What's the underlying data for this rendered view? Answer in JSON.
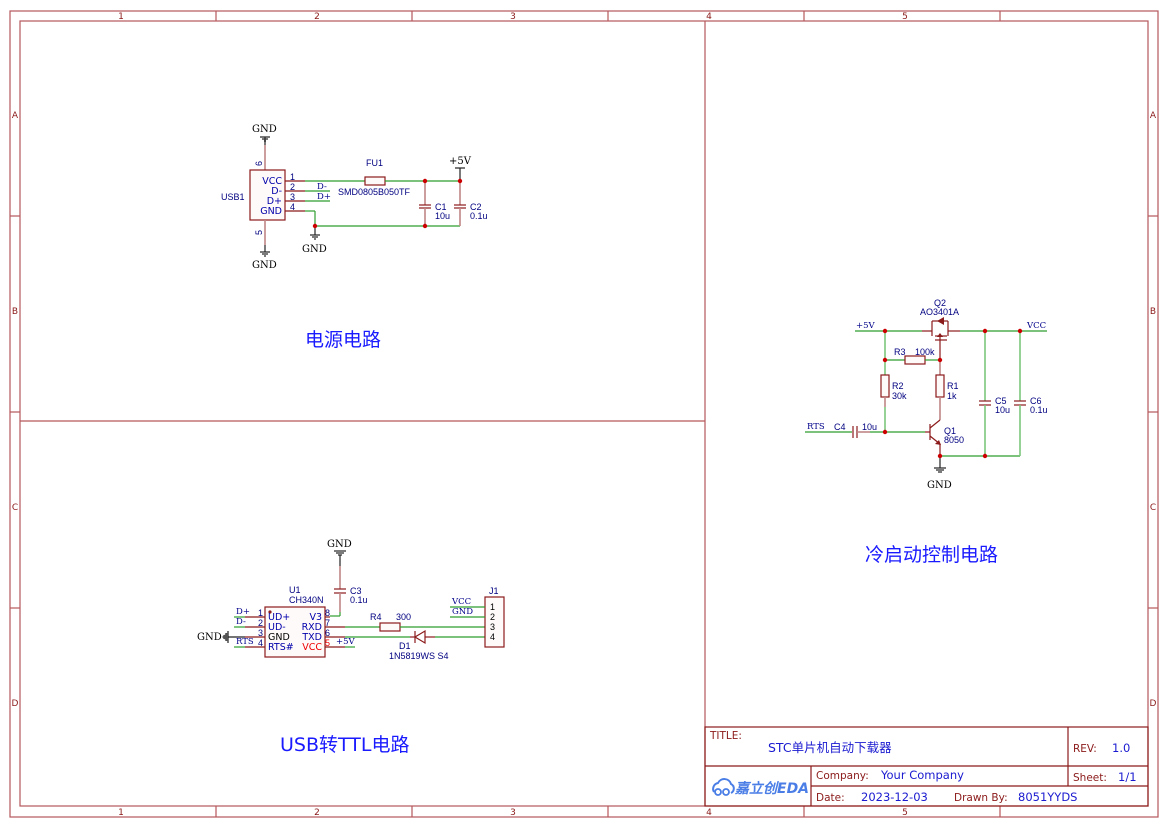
{
  "sheet": {
    "columns": [
      "1",
      "2",
      "3",
      "4",
      "5"
    ],
    "rows": [
      "A",
      "B",
      "C",
      "D"
    ]
  },
  "sections": {
    "power": "电源电路",
    "usb_ttl": "USB转TTL电路",
    "cold_start": "冷启动控制电路"
  },
  "power_circuit": {
    "usb": {
      "designator": "USB1",
      "pins": [
        {
          "num": "1",
          "name": "VCC"
        },
        {
          "num": "2",
          "name": "D-"
        },
        {
          "num": "3",
          "name": "D+"
        },
        {
          "num": "4",
          "name": "GND"
        }
      ],
      "shield_pins": [
        "6",
        "5"
      ]
    },
    "nets": {
      "dminus": "D-",
      "dplus": "D+"
    },
    "fuse": {
      "designator": "FU1",
      "value": "SMD0805B050TF"
    },
    "c1": {
      "designator": "C1",
      "value": "10u"
    },
    "c2": {
      "designator": "C2",
      "value": "0.1u"
    },
    "power_label": "+5V",
    "gnd_label": "GND"
  },
  "cold_start_circuit": {
    "q2": {
      "designator": "Q2",
      "value": "AO3401A"
    },
    "q1": {
      "designator": "Q1",
      "value": "8050"
    },
    "r1": {
      "designator": "R1",
      "value": "1k"
    },
    "r2": {
      "designator": "R2",
      "value": "30k"
    },
    "r3": {
      "designator": "R3",
      "value": "100k"
    },
    "c4": {
      "designator": "C4",
      "value": "10u"
    },
    "c5": {
      "designator": "C5",
      "value": "10u"
    },
    "c6": {
      "designator": "C6",
      "value": "0.1u"
    },
    "nets": {
      "in": "+5V",
      "out": "VCC",
      "rts": "RTS"
    },
    "gnd_label": "GND"
  },
  "usb_ttl_circuit": {
    "u1": {
      "designator": "U1",
      "value": "CH340N",
      "left_pins": [
        {
          "num": "1",
          "name": "UD+",
          "net": "D+"
        },
        {
          "num": "2",
          "name": "UD-",
          "net": "D-"
        },
        {
          "num": "3",
          "name": "GND",
          "net": "GND"
        },
        {
          "num": "4",
          "name": "RTS#",
          "net": "RTS"
        }
      ],
      "right_pins": [
        {
          "num": "8",
          "name": "V3"
        },
        {
          "num": "7",
          "name": "RXD"
        },
        {
          "num": "6",
          "name": "TXD"
        },
        {
          "num": "5",
          "name": "VCC",
          "net": "+5V"
        }
      ]
    },
    "c3": {
      "designator": "C3",
      "value": "0.1u"
    },
    "r4": {
      "designator": "R4",
      "value": "300"
    },
    "d1": {
      "designator": "D1",
      "value": "1N5819WS S4"
    },
    "j1": {
      "designator": "J1",
      "pins": [
        {
          "num": "1",
          "net": "VCC"
        },
        {
          "num": "2",
          "net": "GND"
        },
        {
          "num": "3",
          "net": ""
        },
        {
          "num": "4",
          "net": ""
        }
      ]
    },
    "gnd_label": "GND"
  },
  "title_block": {
    "title_label": "TITLE:",
    "title": "STC单片机自动下载器",
    "rev_label": "REV:",
    "rev": "1.0",
    "company_label": "Company:",
    "company": "Your Company",
    "sheet_label": "Sheet:",
    "sheet": "1/1",
    "date_label": "Date:",
    "date": "2023-12-03",
    "drawn_by_label": "Drawn By:",
    "drawn_by": "8051YYDS",
    "logo_text": "嘉立创EDA",
    "logo_icon": "cloud-link-icon"
  }
}
